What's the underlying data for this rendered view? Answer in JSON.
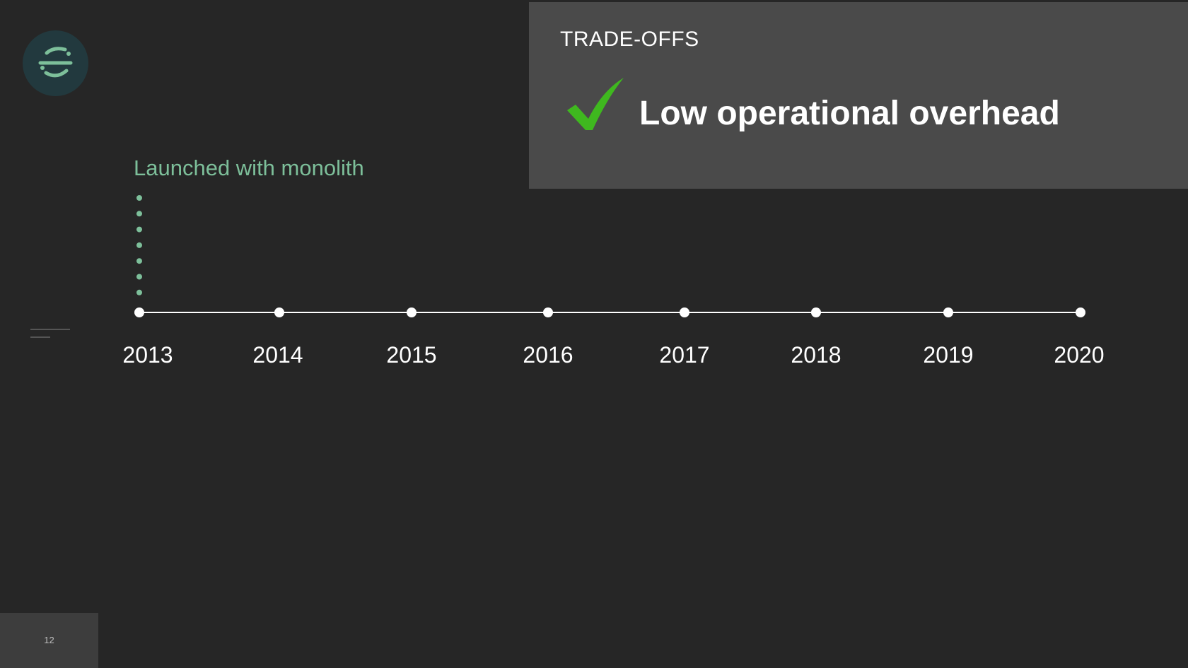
{
  "callout": {
    "heading": "TRADE-OFFS",
    "text": "Low operational overhead",
    "icon": "check-mark-icon",
    "check_color": "#3fb81f"
  },
  "timeline": {
    "annotation": "Launched with monolith",
    "annotation_year": "2013",
    "years": [
      "2013",
      "2014",
      "2015",
      "2016",
      "2017",
      "2018",
      "2019",
      "2020"
    ]
  },
  "logo": {
    "icon": "brand-logo-icon",
    "color": "#7dbf9a"
  },
  "page": {
    "number": "12"
  },
  "colors": {
    "background": "#262626",
    "callout_background": "#4a4a4a",
    "accent": "#7dbf9a"
  }
}
